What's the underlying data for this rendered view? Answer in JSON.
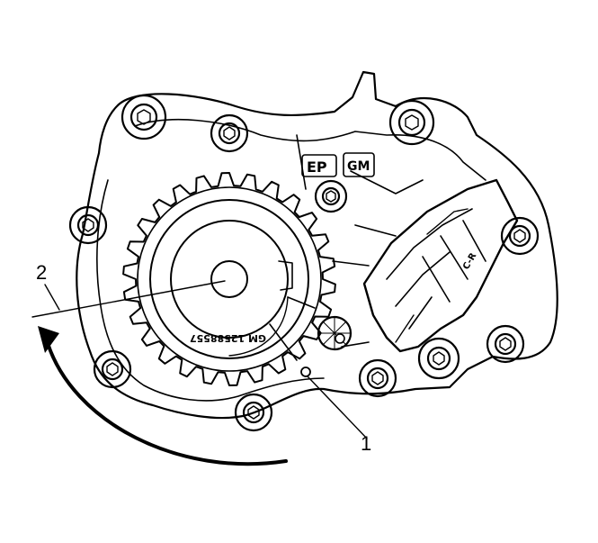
{
  "callouts": [
    {
      "number": "1"
    },
    {
      "number": "2"
    }
  ],
  "housing_marks": {
    "ep": "EP",
    "gm": "GM",
    "gear_part_number": "GM 12588557",
    "sector_mark": "C-R"
  },
  "icons": {
    "rotation_arrow": "curved-arrow-icon",
    "bolt": "hex-bolt-icon"
  },
  "colors": {
    "line": "#000000",
    "background": "#ffffff"
  }
}
